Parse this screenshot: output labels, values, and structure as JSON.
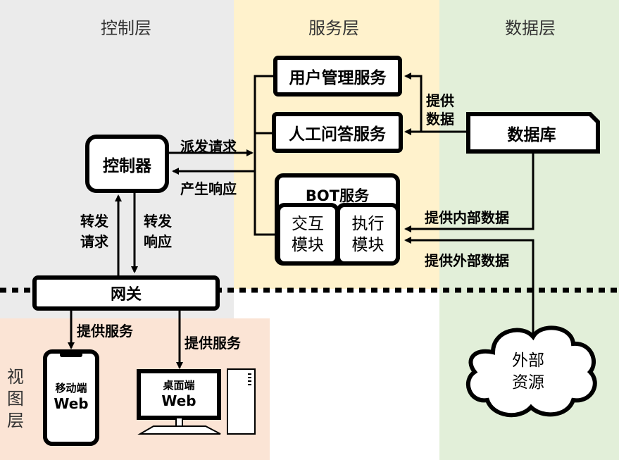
{
  "layers": {
    "control": "控制层",
    "service": "服务层",
    "data": "数据层",
    "view": "视\n图\n层"
  },
  "nodes": {
    "user_mgmt": "用户管理服务",
    "manual_qa": "人工问答服务",
    "controller": "控制器",
    "database": "数据库",
    "bot": "BOT服务",
    "interact": "交互\n模块",
    "execute": "执行\n模块",
    "gateway": "网关",
    "external": "外部\n资源",
    "mobile_title": "移动端",
    "mobile_web": "Web",
    "desktop_title": "桌面端",
    "desktop_web": "Web"
  },
  "edges": {
    "dispatch_request": "派发请求",
    "produce_response": "产生响应",
    "forward_request": "转发\n请求",
    "forward_response": "转发\n响应",
    "provide_data": "提供\n数据",
    "provide_internal": "提供内部数据",
    "provide_external": "提供外部数据",
    "provide_service_mobile": "提供服务",
    "provide_service_desktop": "提供服务"
  },
  "colors": {
    "control_bg": "#ebebeb",
    "service_bg": "#fff2cc",
    "data_bg": "#e2efd9",
    "view_bg": "#fbe4d5"
  }
}
